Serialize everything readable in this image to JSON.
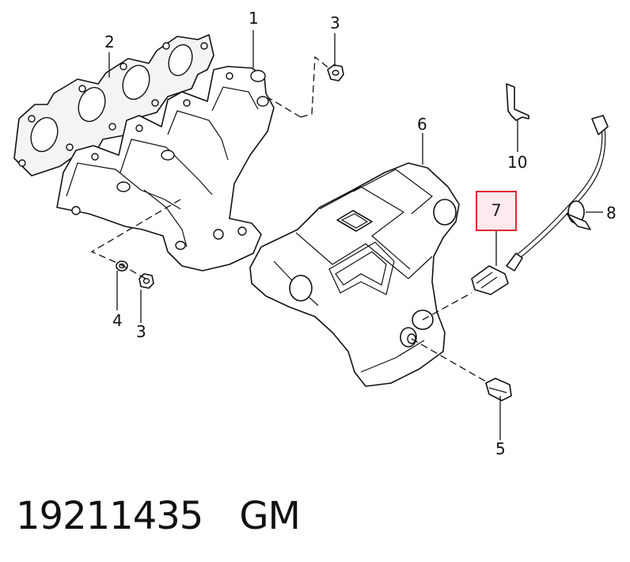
{
  "diagram": {
    "callouts": {
      "c1": "1",
      "c2": "2",
      "c3_top": "3",
      "c3_bottom": "3",
      "c4": "4",
      "c5": "5",
      "c6": "6",
      "c8": "8",
      "c10": "10"
    },
    "highlighted_callout": "7",
    "highlight_color": "#e0262f",
    "highlight_fill": "#fde9ee"
  },
  "footer": {
    "part_number": "19211435",
    "brand": "GM"
  }
}
